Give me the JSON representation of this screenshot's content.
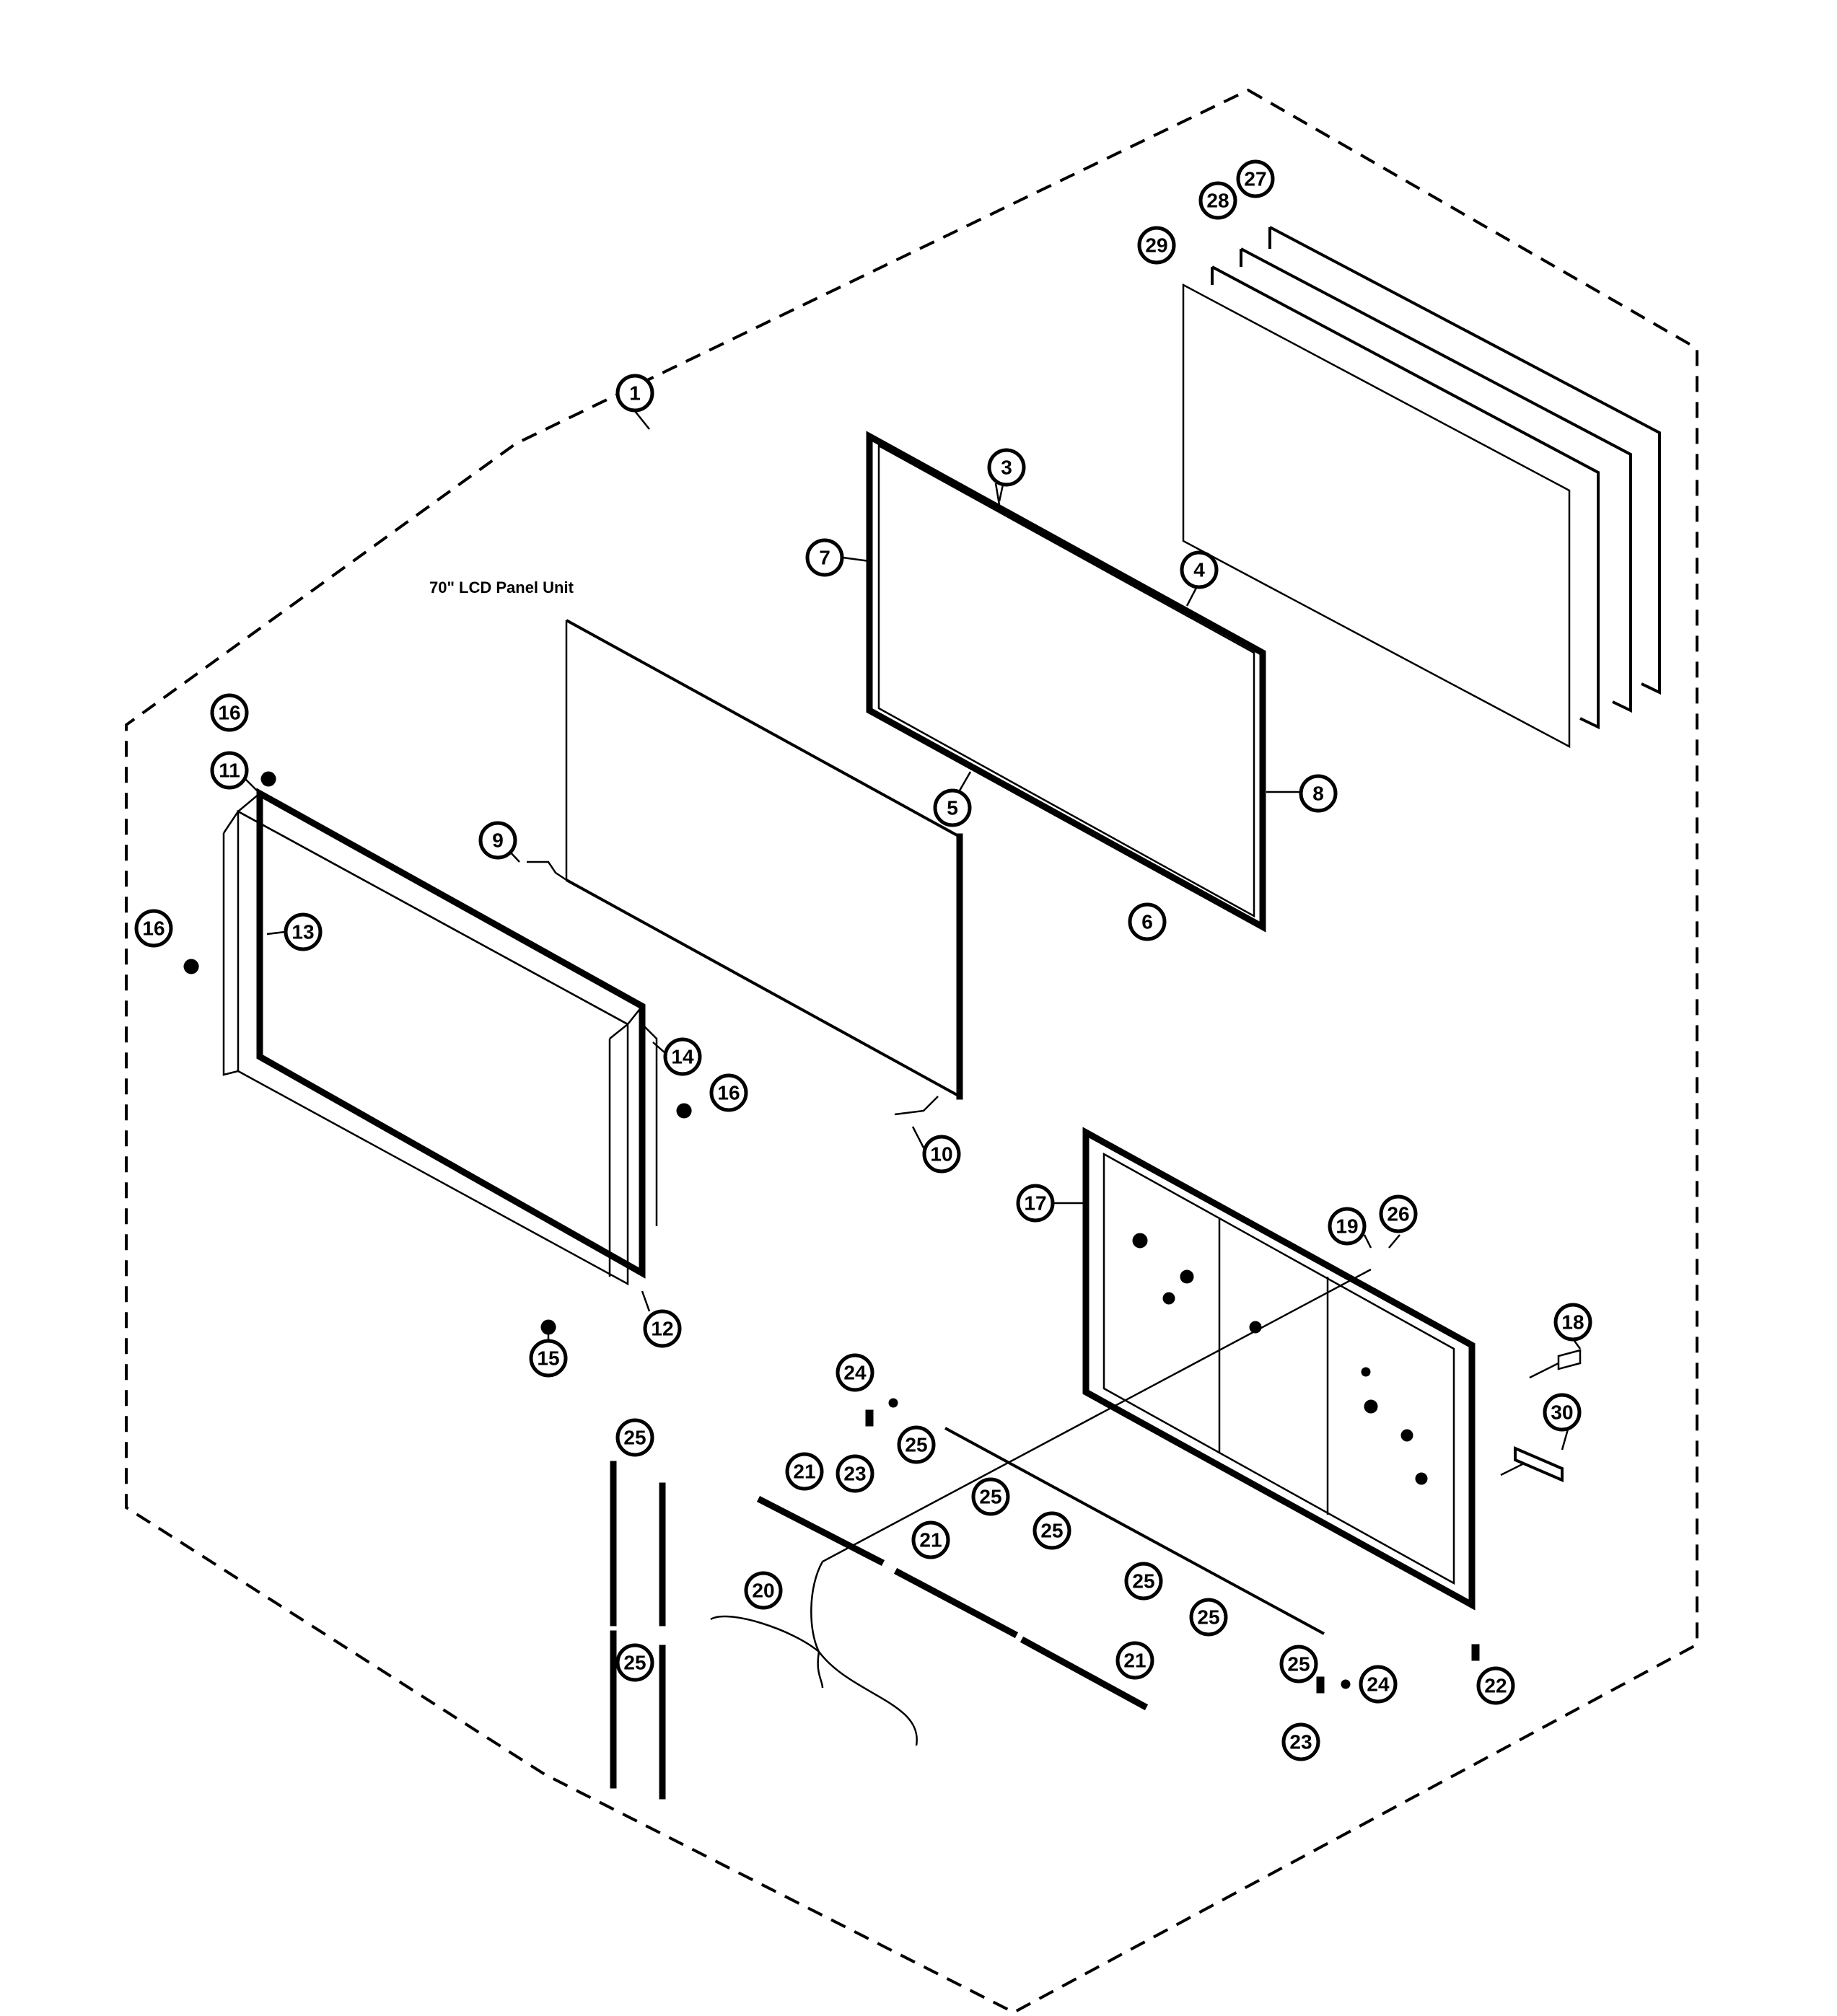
{
  "panel_title": "70\" LCD Panel Unit",
  "callout_labels": {
    "c1": "1",
    "c3": "3",
    "c4": "4",
    "c5": "5",
    "c6": "6",
    "c7": "7",
    "c8": "8",
    "c9": "9",
    "c10": "10",
    "c11": "11",
    "c12": "12",
    "c13": "13",
    "c14": "14",
    "c15": "15",
    "c16": "16",
    "c17": "17",
    "c18": "18",
    "c19": "19",
    "c20": "20",
    "c21": "21",
    "c22": "22",
    "c23": "23",
    "c24": "24",
    "c25": "25",
    "c26": "26",
    "c27": "27",
    "c28": "28",
    "c29": "29",
    "c30": "30"
  },
  "colors": {
    "line": "#000000",
    "background": "#ffffff"
  }
}
